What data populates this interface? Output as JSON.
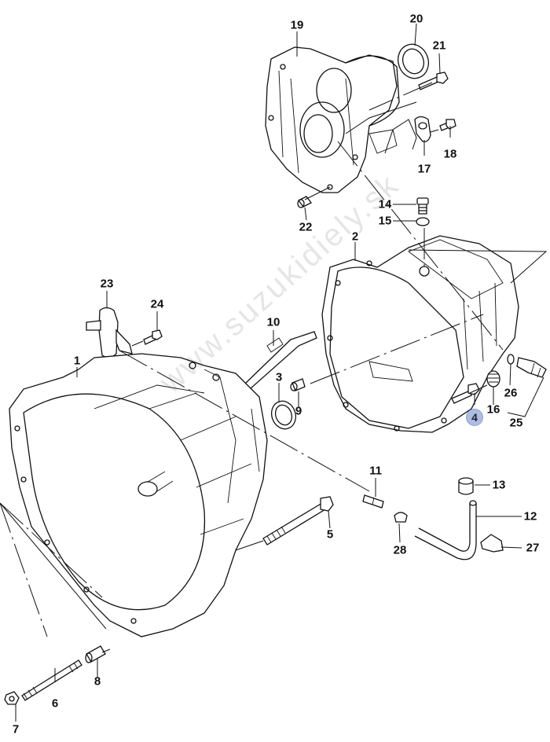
{
  "diagram": {
    "title": "Manual transmission case assembly",
    "watermark": "www.suzukidiely.sk",
    "highlight_color": "#aebde0",
    "highlighted_part": "4",
    "callouts": [
      {
        "id": "1",
        "label": "1"
      },
      {
        "id": "2",
        "label": "2"
      },
      {
        "id": "3",
        "label": "3"
      },
      {
        "id": "4",
        "label": "4"
      },
      {
        "id": "5",
        "label": "5"
      },
      {
        "id": "6",
        "label": "6"
      },
      {
        "id": "7",
        "label": "7"
      },
      {
        "id": "8",
        "label": "8"
      },
      {
        "id": "9",
        "label": "9"
      },
      {
        "id": "10",
        "label": "10"
      },
      {
        "id": "11",
        "label": "11"
      },
      {
        "id": "12",
        "label": "12"
      },
      {
        "id": "13",
        "label": "13"
      },
      {
        "id": "14",
        "label": "14"
      },
      {
        "id": "15",
        "label": "15"
      },
      {
        "id": "16",
        "label": "16"
      },
      {
        "id": "17",
        "label": "17"
      },
      {
        "id": "18",
        "label": "18"
      },
      {
        "id": "19",
        "label": "19"
      },
      {
        "id": "20",
        "label": "20"
      },
      {
        "id": "21",
        "label": "21"
      },
      {
        "id": "22",
        "label": "22"
      },
      {
        "id": "23",
        "label": "23"
      },
      {
        "id": "24",
        "label": "24"
      },
      {
        "id": "25",
        "label": "25"
      },
      {
        "id": "26",
        "label": "26"
      },
      {
        "id": "27",
        "label": "27"
      },
      {
        "id": "28",
        "label": "28"
      }
    ]
  }
}
